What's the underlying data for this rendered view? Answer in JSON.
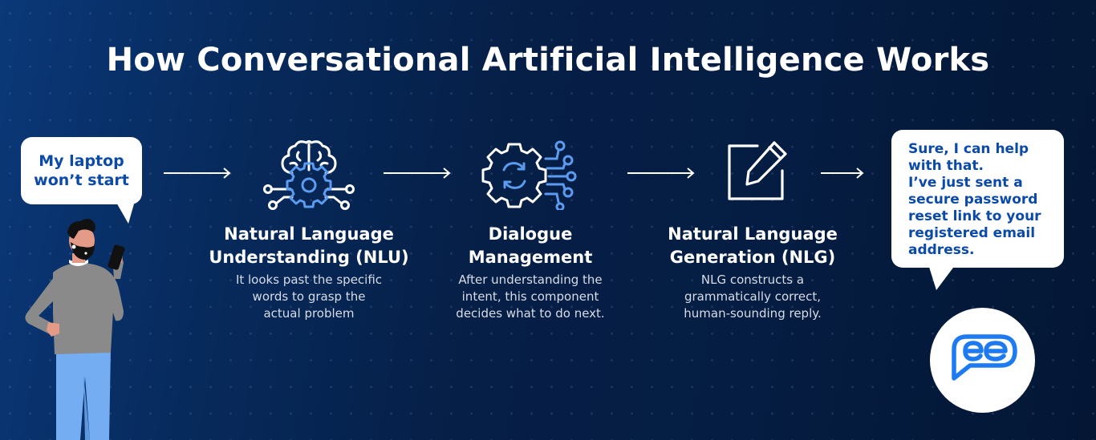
{
  "title": "How Conversational Artificial Intelligence Works",
  "colors": {
    "background_dark": "#041634",
    "background_light": "#0a3878",
    "bubble_text": "#0b4aa8",
    "icon_accent": "#5b9cf0",
    "logo_blue": "#1d7af0",
    "white": "#ffffff"
  },
  "user_bubble": {
    "lines": [
      "My laptop",
      "won’t start"
    ]
  },
  "steps": [
    {
      "icon": "brain-gear-icon",
      "heading": [
        "Natural Language",
        "Understanding (NLU)"
      ],
      "description": [
        "It looks past the specific",
        "words to grasp the",
        "actual problem"
      ]
    },
    {
      "icon": "gear-refresh-circuit-icon",
      "heading": [
        "Dialogue",
        "Management"
      ],
      "description": [
        "After understanding the",
        "intent, this component",
        "decides what to do next."
      ]
    },
    {
      "icon": "edit-pencil-icon",
      "heading": [
        "Natural Language",
        "Generation (NLG)"
      ],
      "description": [
        "NLG constructs a",
        "grammatically correct,",
        "human-sounding reply."
      ]
    }
  ],
  "bot_bubble": {
    "lines": [
      "Sure, I can help",
      "with that.",
      "I’ve just sent a",
      "secure password",
      "reset link to your",
      "registered email",
      "address."
    ]
  },
  "logo": {
    "icon": "ee-chat-logo-icon",
    "text": "ee"
  },
  "arrows": [
    "arrow-right-icon",
    "arrow-right-icon",
    "arrow-right-icon",
    "arrow-right-icon"
  ]
}
